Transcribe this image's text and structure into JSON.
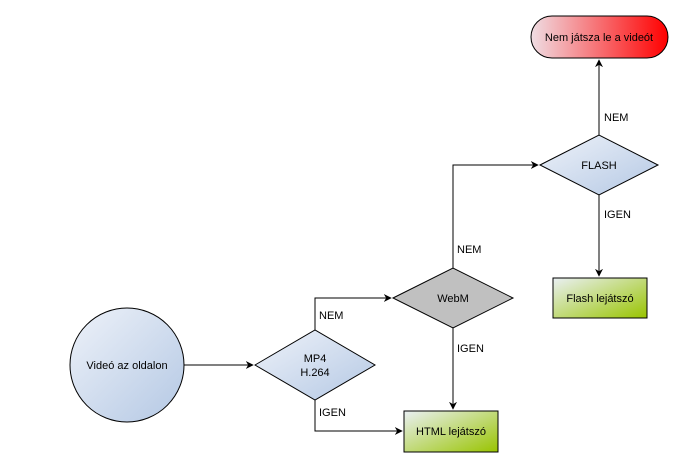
{
  "diagram": {
    "type": "flowchart",
    "nodes": {
      "start": {
        "label": "Videó az oldalon",
        "shape": "circle"
      },
      "mp4": {
        "label_line1": "MP4",
        "label_line2": "H.264",
        "shape": "diamond"
      },
      "webm": {
        "label": "WebM",
        "shape": "diamond"
      },
      "flash": {
        "label": "FLASH",
        "shape": "diamond"
      },
      "html_player": {
        "label": "HTML lejátszó",
        "shape": "rectangle"
      },
      "flash_player": {
        "label": "Flash lejátszó",
        "shape": "rectangle"
      },
      "no_play": {
        "label": "Nem játsza le a videót",
        "shape": "terminal"
      }
    },
    "edges": [
      {
        "from": "start",
        "to": "mp4",
        "label": ""
      },
      {
        "from": "mp4",
        "to": "webm",
        "label": "NEM"
      },
      {
        "from": "mp4",
        "to": "html_player",
        "label": "IGEN"
      },
      {
        "from": "webm",
        "to": "flash",
        "label": "NEM"
      },
      {
        "from": "webm",
        "to": "html_player",
        "label": "IGEN"
      },
      {
        "from": "flash",
        "to": "no_play",
        "label": "NEM"
      },
      {
        "from": "flash",
        "to": "flash_player",
        "label": "IGEN"
      }
    ],
    "colors": {
      "decision_blue_light": "#e8eef7",
      "decision_blue_dark": "#b8cbe4",
      "webm_gray": "#c0c0c0",
      "green_light": "#e8f0e8",
      "green_dark": "#99cc00",
      "red_light": "#f0d8dc",
      "red_dark": "#ff0000"
    }
  }
}
